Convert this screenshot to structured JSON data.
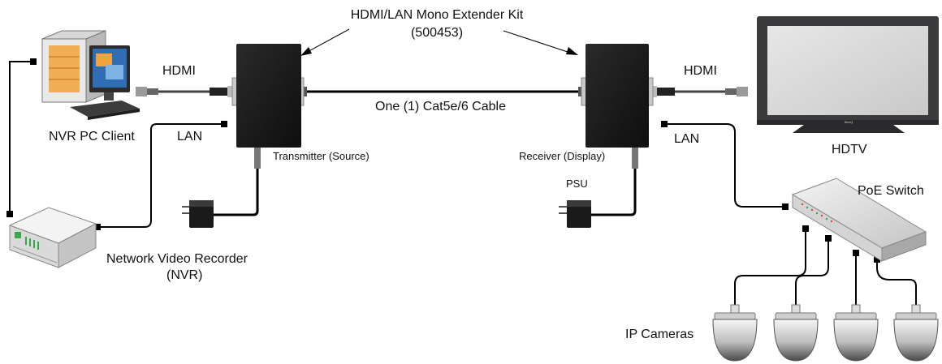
{
  "kit": {
    "title": "HDMI/LAN Mono Extender  Kit",
    "part_number": "(500453)"
  },
  "cable": {
    "label": "One (1) Cat5e/6 Cable"
  },
  "left": {
    "hdmi_label": "HDMI",
    "lan_label": "LAN",
    "pc_label": "NVR PC Client",
    "transmitter_label": "Transmitter (Source)",
    "nvr_label_line1": "Network Video Recorder",
    "nvr_label_line2": "(NVR)"
  },
  "right": {
    "hdmi_label": "HDMI",
    "lan_label": "LAN",
    "tv_label": "HDTV",
    "receiver_label": "Receiver (Display)",
    "psu_label": "PSU",
    "switch_label": "PoE Switch",
    "cameras_label": "IP Cameras",
    "tv_brand": "BenQ"
  },
  "colors": {
    "cable": "#000000",
    "extender_body": "#1c1c1c",
    "tv_frame": "#3a3a3c",
    "pc_accent": "#f2a33a",
    "monitor_accent": "#2f6db5",
    "nvr_led": "#3aa64a"
  }
}
